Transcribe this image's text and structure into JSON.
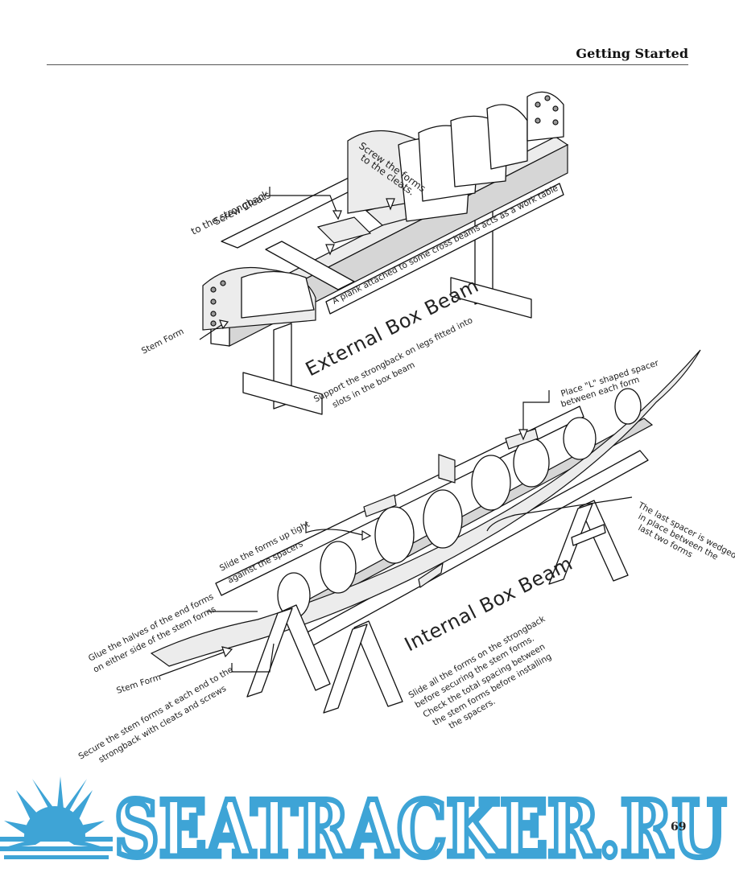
{
  "header": {
    "title": "Getting Started"
  },
  "page_number": "69",
  "upper_figure": {
    "title": "External Box Beam",
    "labels": {
      "screw_cleats_1": "Screw Cleats",
      "screw_cleats_2": "to the strongback",
      "screw_forms_1": "Screw the forms",
      "screw_forms_2": "to the cleats.",
      "plank": "A plank attached to some cross beams acts as a work table",
      "stem_form": "Stem Form",
      "support_1": "Support the strongback on legs fitted into",
      "support_2": "slots in the box beam"
    }
  },
  "lower_figure": {
    "title": "Internal Box Beam",
    "labels": {
      "place_spacer_1": "Place \"L\" shaped spacer",
      "place_spacer_2": "between each form",
      "slide_forms_1": "Slide the forms up tight",
      "slide_forms_2": "against the spacers",
      "last_spacer_1": "The last spacer is wedged",
      "last_spacer_2": "in place between the",
      "last_spacer_3": "last two forms",
      "glue_halves_1": "Glue the halves of the end forms",
      "glue_halves_2": "on either side of the stem forms",
      "stem_form": "Stem Form",
      "secure_1": "Secure the stem forms at each end to the",
      "secure_2": "strongback with cleats and screws",
      "slide_all_1": "Slide all the forms on the strongback",
      "slide_all_2": "before securing the stem forms.",
      "slide_all_3": "Check the total spacing between",
      "slide_all_4": "the stem forms before installing",
      "slide_all_5": "the spacers."
    }
  },
  "watermark": {
    "text": "SEATRACKER.RU",
    "color": "#3ea4d6"
  }
}
